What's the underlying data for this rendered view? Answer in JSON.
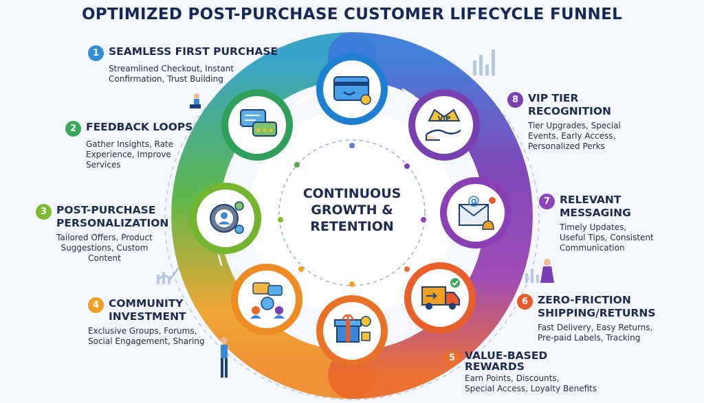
{
  "title": "OPTIMIZED POST-PURCHASE CUSTOMER LIFECYCLE FUNNEL",
  "center": "CONTINUOUS\nGROWTH &\nRETENTION",
  "steps": [
    {
      "num": "1",
      "title": "SEAMLESS FIRST PURCHASE",
      "desc": "Streamlined Checkout, Instant\nConfirmation, Trust Building",
      "color": "#2f8fd8",
      "icon": "credit-card-icon"
    },
    {
      "num": "2",
      "title": "FEEDBACK LOOPS",
      "desc": "Gather Insights, Rate\nExperience, Improve\nServices",
      "color": "#3aa85a",
      "icon": "feedback-chat-icon"
    },
    {
      "num": "3",
      "title": "POST-PURCHASE\nPERSONALIZATION",
      "desc": "Tailored Offers, Product\nSuggestions, Custom\nContent",
      "color": "#7cba2e",
      "icon": "gear-user-icon"
    },
    {
      "num": "4",
      "title": "COMMUNITY\nINVESTMENT",
      "desc": "Exclusive Groups, Forums,\nSocial Engagement, Sharing",
      "color": "#f0a020",
      "icon": "community-globe-icon"
    },
    {
      "num": "5",
      "title": "VALUE-BASED\nREWARDS",
      "desc": "Earn Points, Discounts,\nSpecial Access, Loyalty Benefits",
      "color": "#e8702a",
      "icon": "gift-trophy-icon"
    },
    {
      "num": "6",
      "title": "ZERO-FRICTION\nSHIPPING/RETURNS",
      "desc": "Fast Delivery, Easy Returns,\nPre-paid Labels, Tracking",
      "color": "#e85a2a",
      "icon": "delivery-truck-icon"
    },
    {
      "num": "7",
      "title": "RELEVANT\nMESSAGING",
      "desc": "Timely Updates,\nUseful Tips, Consistent\nCommunication",
      "color": "#8e44b8",
      "icon": "email-bell-icon"
    },
    {
      "num": "8",
      "title": "VIP TIER\nRECOGNITION",
      "desc": "Tier Upgrades, Special\nEvents, Early Access,\nPersonalized Perks",
      "color": "#7a3fb0",
      "icon": "vip-crown-icon"
    }
  ],
  "vip_badge": "VIP"
}
